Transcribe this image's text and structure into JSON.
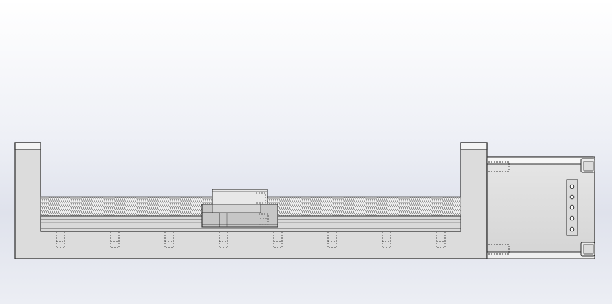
{
  "viewport": {
    "type": "cad-graphics-area",
    "view": "front",
    "display_style": "shaded-with-edges",
    "background_colors": [
      "#ffffff",
      "#dfe2ec"
    ]
  },
  "model": {
    "kind": "linear-actuator",
    "components": [
      "left-end-plate",
      "right-end-plate",
      "base-channel",
      "ball-screw",
      "guide-rail",
      "carriage-block",
      "stepper-motor"
    ],
    "hidden_mounting_holes": 8,
    "motor_connector_pins": 5,
    "colors": {
      "body": "#dedede",
      "edge": "#2a2a2a",
      "carriage": "#c8c8c8",
      "screw": "#9a9a9a"
    }
  }
}
